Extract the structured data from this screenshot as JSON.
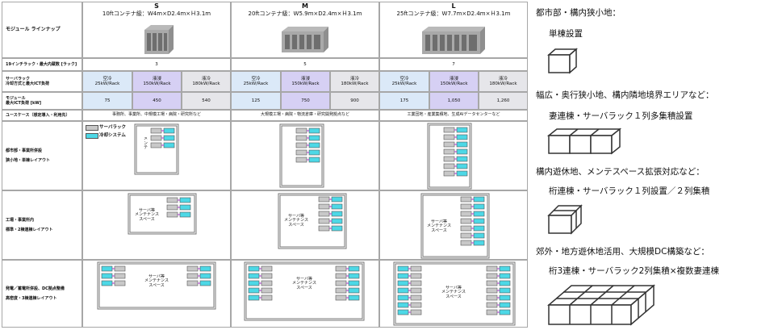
{
  "table": {
    "title_label": "モジュール ラインナップ",
    "columns": [
      {
        "letter": "S",
        "size": "10ftコンテナ級：W4m×D2.4m×Ｈ3.1m"
      },
      {
        "letter": "M",
        "size": "20ftコンテナ級：W5.9m×D2.4m×Ｈ3.1m"
      },
      {
        "letter": "L",
        "size": "25ftコンテナ級：W7.7m×D2.4m×Ｈ3.1m"
      }
    ],
    "racks_label": "19インチラック・最大内蔵数 [ラック]",
    "racks": [
      "3",
      "5",
      "7"
    ],
    "cooling_label": "サーバラック\n冷却方式と最大ICT負荷",
    "cooling_types": [
      "空冷\n25kW/Rack",
      "液浸\n150kW/Rack",
      "液冷\n180kW/Rack",
      "空冷\n25kW/Rack",
      "液浸\n150kW/Rack",
      "液冷\n180kW/Rack",
      "空冷\n25kW/Rack",
      "液浸\n150kW/Rack",
      "液冷\n180kW/Rack"
    ],
    "ict_label": "モジュール\n最大ICT負荷 [kW]",
    "ict_values": [
      "75",
      "450",
      "540",
      "125",
      "750",
      "900",
      "175",
      "1,050",
      "1,260"
    ],
    "usecase_label": "ユースケース（想定導入・利用先）",
    "usecases": [
      "事務所、事業所、中規模工場・病院・研究所など",
      "大規模工場・病院・物流倉庫・研究開発拠点など",
      "工業団地・産業集積地、生成AIデータセンターなど"
    ],
    "layout_rows": [
      "都市部・事業所併設\n\n狭小地・単棟レイアウト",
      "工場・事業所内\n\n標準・2棟連棟レイアウト",
      "発電／蓄電所併設、DC拠点整備\n\n高密度・3棟連棟レイアウト"
    ],
    "legend": {
      "rack": "サーバラック",
      "cooling": "冷却システム"
    },
    "maintenance_label": "メンテ",
    "space_label": "サーバ等\nメンテナンス\nスペース"
  },
  "right": {
    "heading1": "都市部・構内狭小地：",
    "desc1": "単棟設置",
    "heading2": "幅広・奥行狭小地、構内隣地境界エリアなど：",
    "desc2": "妻連棟・サーバラック１列多集積設置",
    "heading3": "構内遊休地、メンテスペース拡張対応など：",
    "desc3": "桁連棟・サーバラック１列設置／２列集積",
    "heading4": "郊外・地方遊休地活用、大規模DC構築など：",
    "desc4": "桁3連棟・サーバラック2列集積×複数妻連棟"
  },
  "colors": {
    "cooling": "#4dd8e6",
    "rack": "#c8c8c8",
    "pipe": "#b050d0",
    "air": "#dbe9f8",
    "immersion": "#d6d0f4",
    "liquid": "#e6e6ea"
  }
}
